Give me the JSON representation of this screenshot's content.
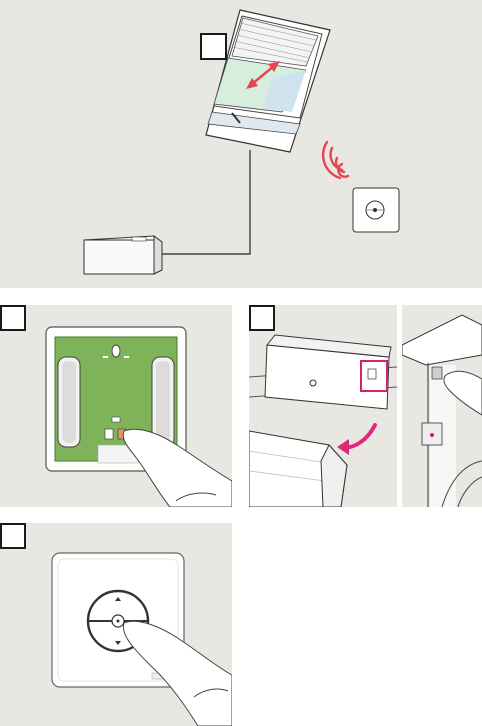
{
  "steps": [
    {
      "id": "overview",
      "label": ""
    },
    {
      "id": "switch-open",
      "label": ""
    },
    {
      "id": "motor-pairing",
      "label": ""
    },
    {
      "id": "wall-switch-operate",
      "label": ""
    }
  ],
  "colors": {
    "panel_background": "#e9e7e2",
    "pcb_green": "#7fb35a",
    "signal_red": "#e4464f",
    "arrow_magenta": "#e0287a",
    "highlight_box": "#d61f6e"
  },
  "icons": [
    "window-icon",
    "signal-waves-icon",
    "wall-switch-icon",
    "control-box-icon",
    "hand-icon",
    "battery-icon",
    "arrow-icon"
  ],
  "brand_marks": {
    "wall_switch_small": "velux",
    "wall_switch_large": "velux",
    "pcb": "velux"
  }
}
